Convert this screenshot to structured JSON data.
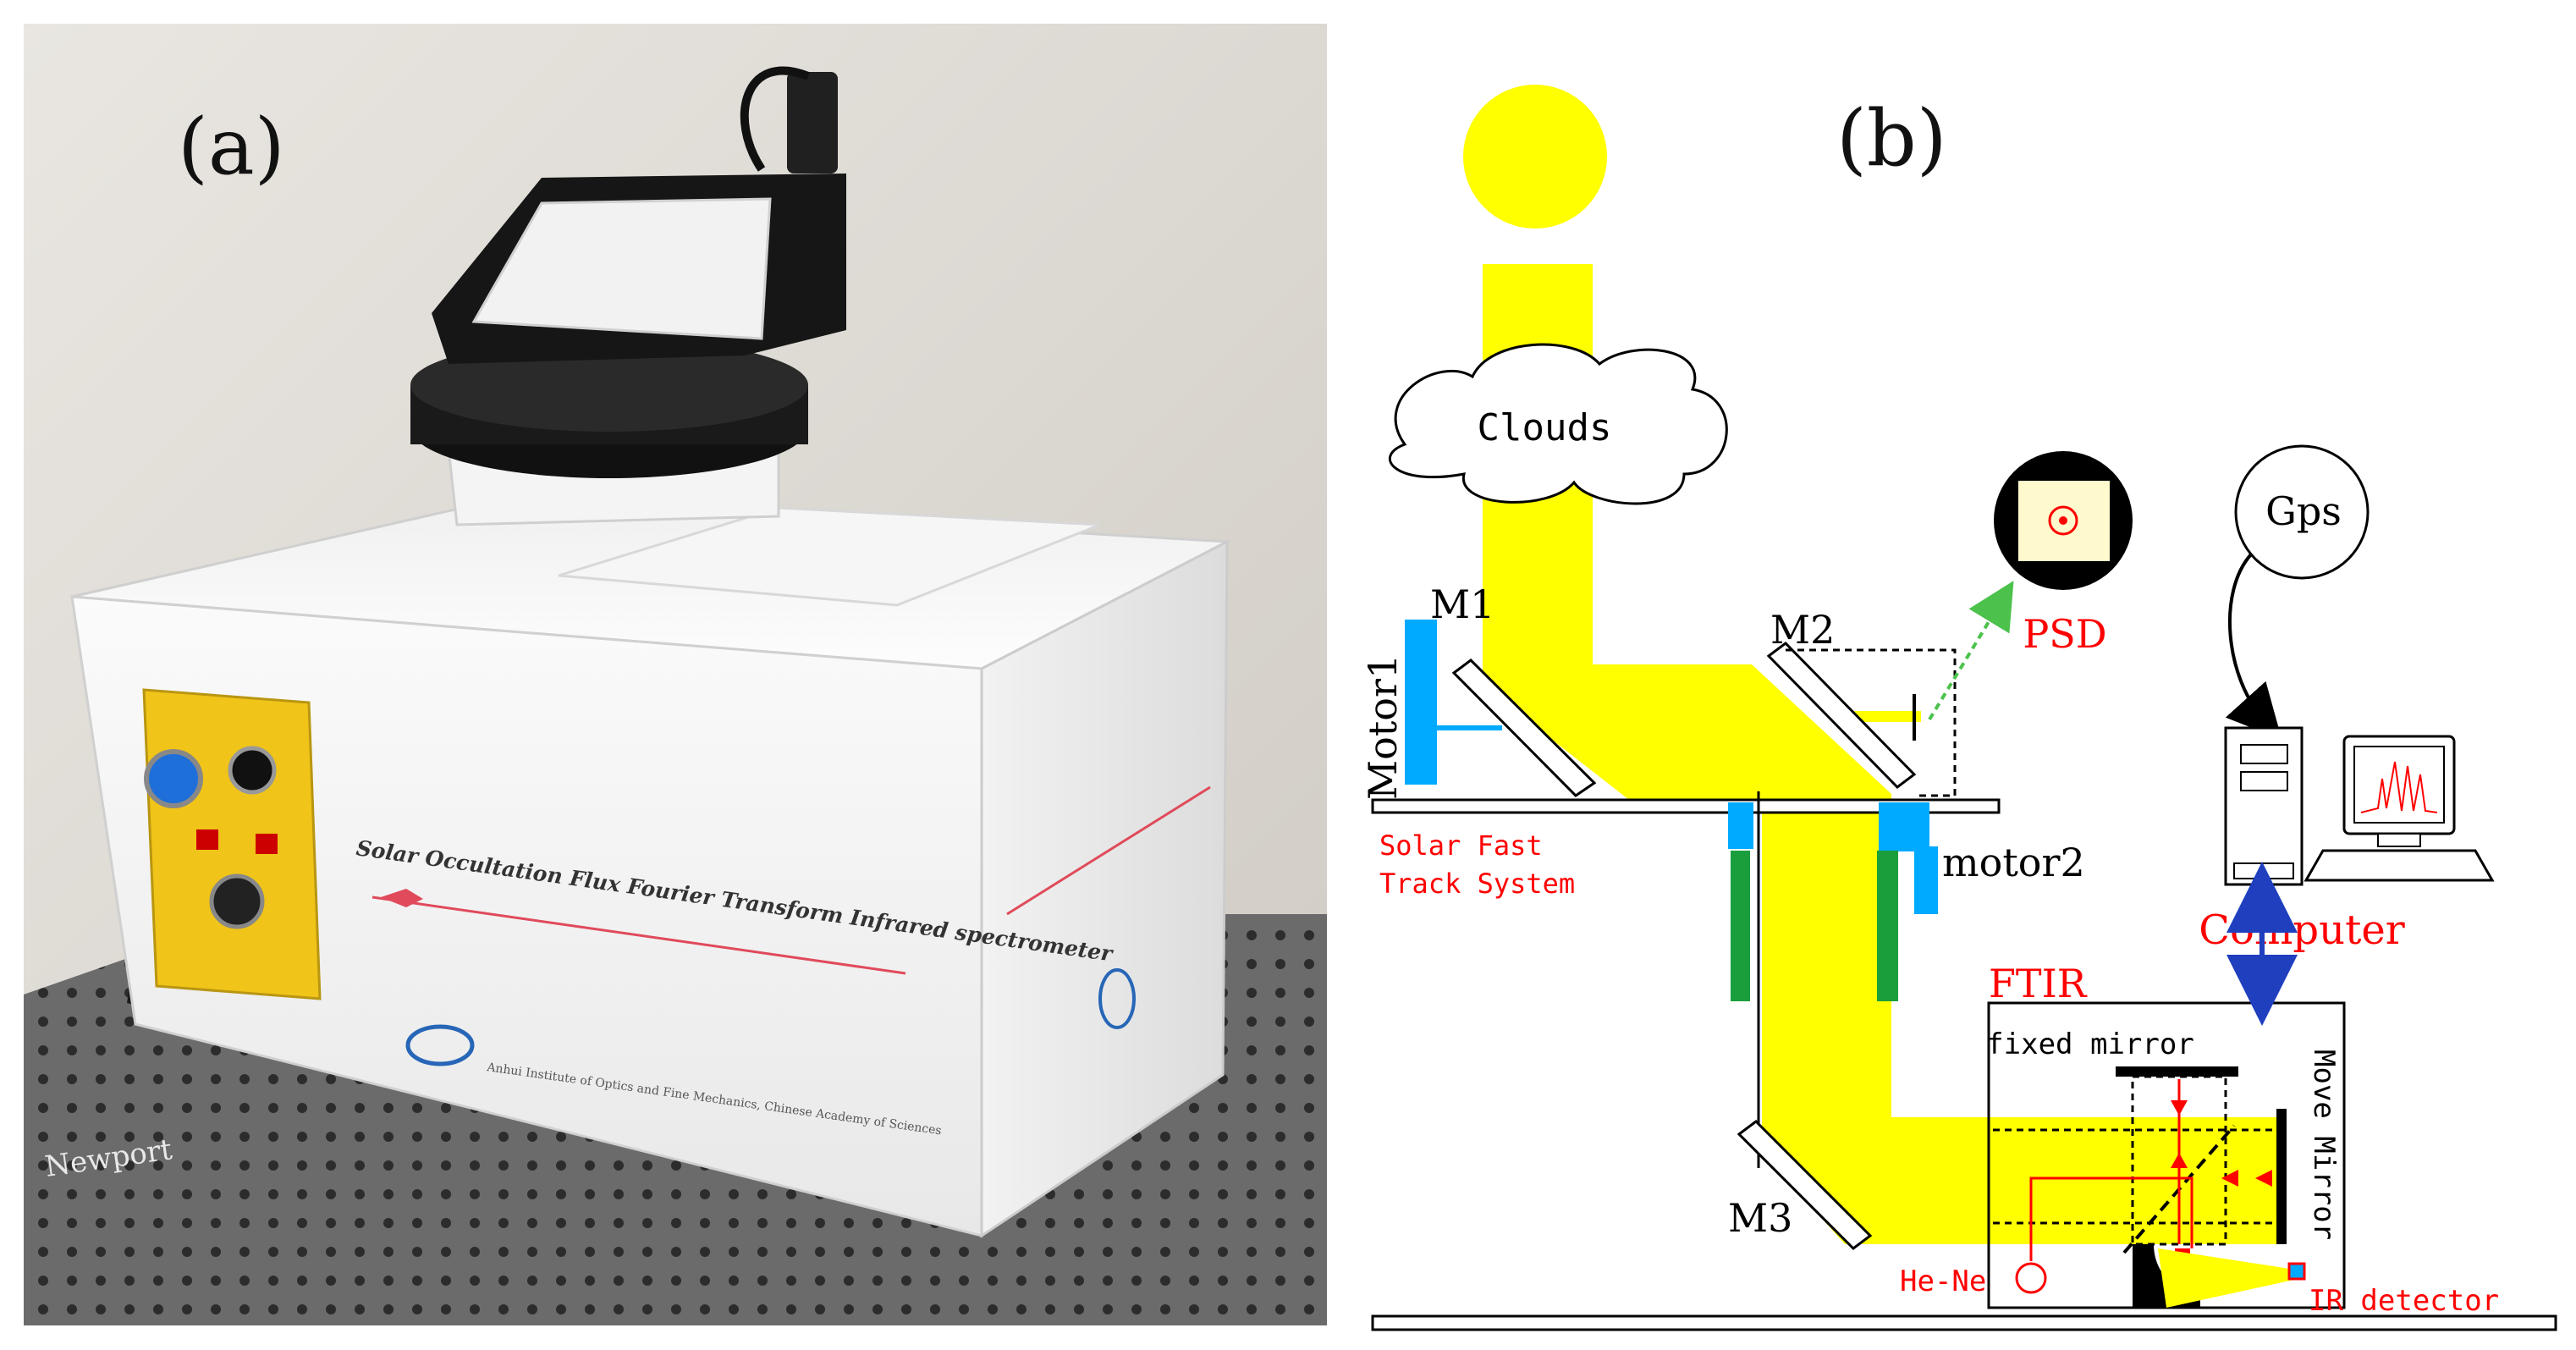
{
  "panel_a": {
    "label": "(a)",
    "title_text": "Solar Occultation Flux Fourier Transform Infrared spectrometer",
    "institute_text": "Anhui Institute of Optics and Fine Mechanics, Chinese Academy of Sciences",
    "table_brand": "Newport"
  },
  "panel_b": {
    "label": "(b)",
    "clouds": "Clouds",
    "m1": "M1",
    "m2": "M2",
    "m3": "M3",
    "motor1": "Motor1",
    "motor2": "motor2",
    "psd": "PSD",
    "gps": "Gps",
    "computer": "Computer",
    "ftir": "FTIR",
    "fixed_mirror": "fixed mirror",
    "move_mirror": "Move Mirror",
    "he_ne": "He-Ne",
    "ir_detector": "IR detector",
    "solar_fast_1": "Solar Fast",
    "solar_fast_2": "Track System"
  },
  "colors": {
    "beam": "#ffff00",
    "sun": "#ffff00",
    "motor": "#00aaff",
    "support": "#1a9e3c",
    "red_text": "#ff0000",
    "arrow_blue": "#1f3fbf",
    "arrow_green": "#4cc24c",
    "psd_fill": "#fffacd"
  }
}
